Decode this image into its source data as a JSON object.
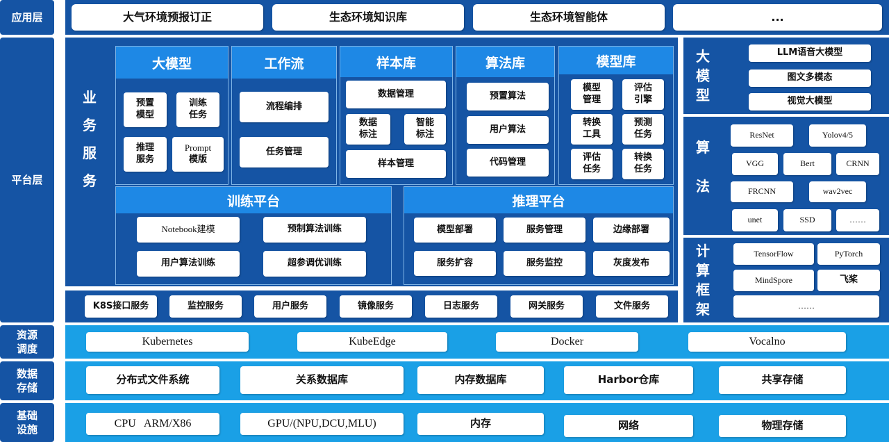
{
  "layers": {
    "app": "应用层",
    "platform": "平台层",
    "resource": [
      "资源",
      "调度"
    ],
    "storage": [
      "数据",
      "存储"
    ],
    "infra": [
      "基础",
      "设施"
    ]
  },
  "app_items": [
    "大气环境预报订正",
    "生态环境知识库",
    "生态环境智能体",
    "..."
  ],
  "business": {
    "title": [
      "业",
      "务",
      "服",
      "务"
    ],
    "modules": {
      "big_model": {
        "title": "大模型",
        "items": [
          [
            "预置",
            "模型"
          ],
          [
            "训练",
            "任务"
          ],
          [
            "推理",
            "服务"
          ],
          [
            "Prompt",
            "模版"
          ]
        ]
      },
      "workflow": {
        "title": "工作流",
        "items": [
          "流程编排",
          "任务管理"
        ]
      },
      "sample": {
        "title": "样本库",
        "items": [
          "数据管理",
          [
            "数据",
            "标注"
          ],
          [
            "智能",
            "标注"
          ],
          "样本管理"
        ]
      },
      "algorithm": {
        "title": "算法库",
        "items": [
          "预置算法",
          "用户算法",
          "代码管理"
        ]
      },
      "model_repo": {
        "title": "模型库",
        "items": [
          [
            "模型",
            "管理"
          ],
          [
            "评估",
            "引擎"
          ],
          [
            "转换",
            "工具"
          ],
          [
            "预测",
            "任务"
          ],
          [
            "评估",
            "任务"
          ],
          [
            "转换",
            "任务"
          ]
        ]
      }
    },
    "training": {
      "title": "训练平台",
      "items": [
        "Notebook建模",
        "预制算法训练",
        "用户算法训练",
        "超参调优训练"
      ]
    },
    "inference": {
      "title": "推理平台",
      "items": [
        "模型部署",
        "服务管理",
        "边缘部署",
        "服务扩容",
        "服务监控",
        "灰度发布"
      ]
    }
  },
  "services": [
    "K8S接口服务",
    "监控服务",
    "用户服务",
    "镜像服务",
    "日志服务",
    "网关服务",
    "文件服务"
  ],
  "right": {
    "big_model": {
      "title": [
        "大",
        "模",
        "型"
      ],
      "items": [
        "LLM语音大模型",
        "图文多模态",
        "视觉大模型"
      ]
    },
    "algorithms": {
      "title": [
        "算",
        "法"
      ],
      "items": [
        "ResNet",
        "Yolov4/5",
        "VGG",
        "Bert",
        "CRNN",
        "FRCNN",
        "wav2vec",
        "unet",
        "SSD",
        "……"
      ]
    },
    "frameworks": {
      "title": [
        "计",
        "算",
        "框",
        "架"
      ],
      "items": [
        "TensorFlow",
        "PyTorch",
        "MindSpore",
        "飞桨",
        "……"
      ]
    }
  },
  "resource_items": [
    "Kubernetes",
    "KubeEdge",
    "Docker",
    "Vocalno"
  ],
  "storage_items": [
    "分布式文件系统",
    "关系数据库",
    "内存数据库",
    "Harbor仓库",
    "共享存储"
  ],
  "infra_items": [
    "CPU   ARM/X86",
    "GPU/(NPU,DCU,MLU)",
    "内存",
    "网络",
    "物理存储"
  ],
  "colors": {
    "dark_blue": "#1554a4",
    "light_blue": "#1aa0e6",
    "header_blue": "#1e88e5"
  }
}
